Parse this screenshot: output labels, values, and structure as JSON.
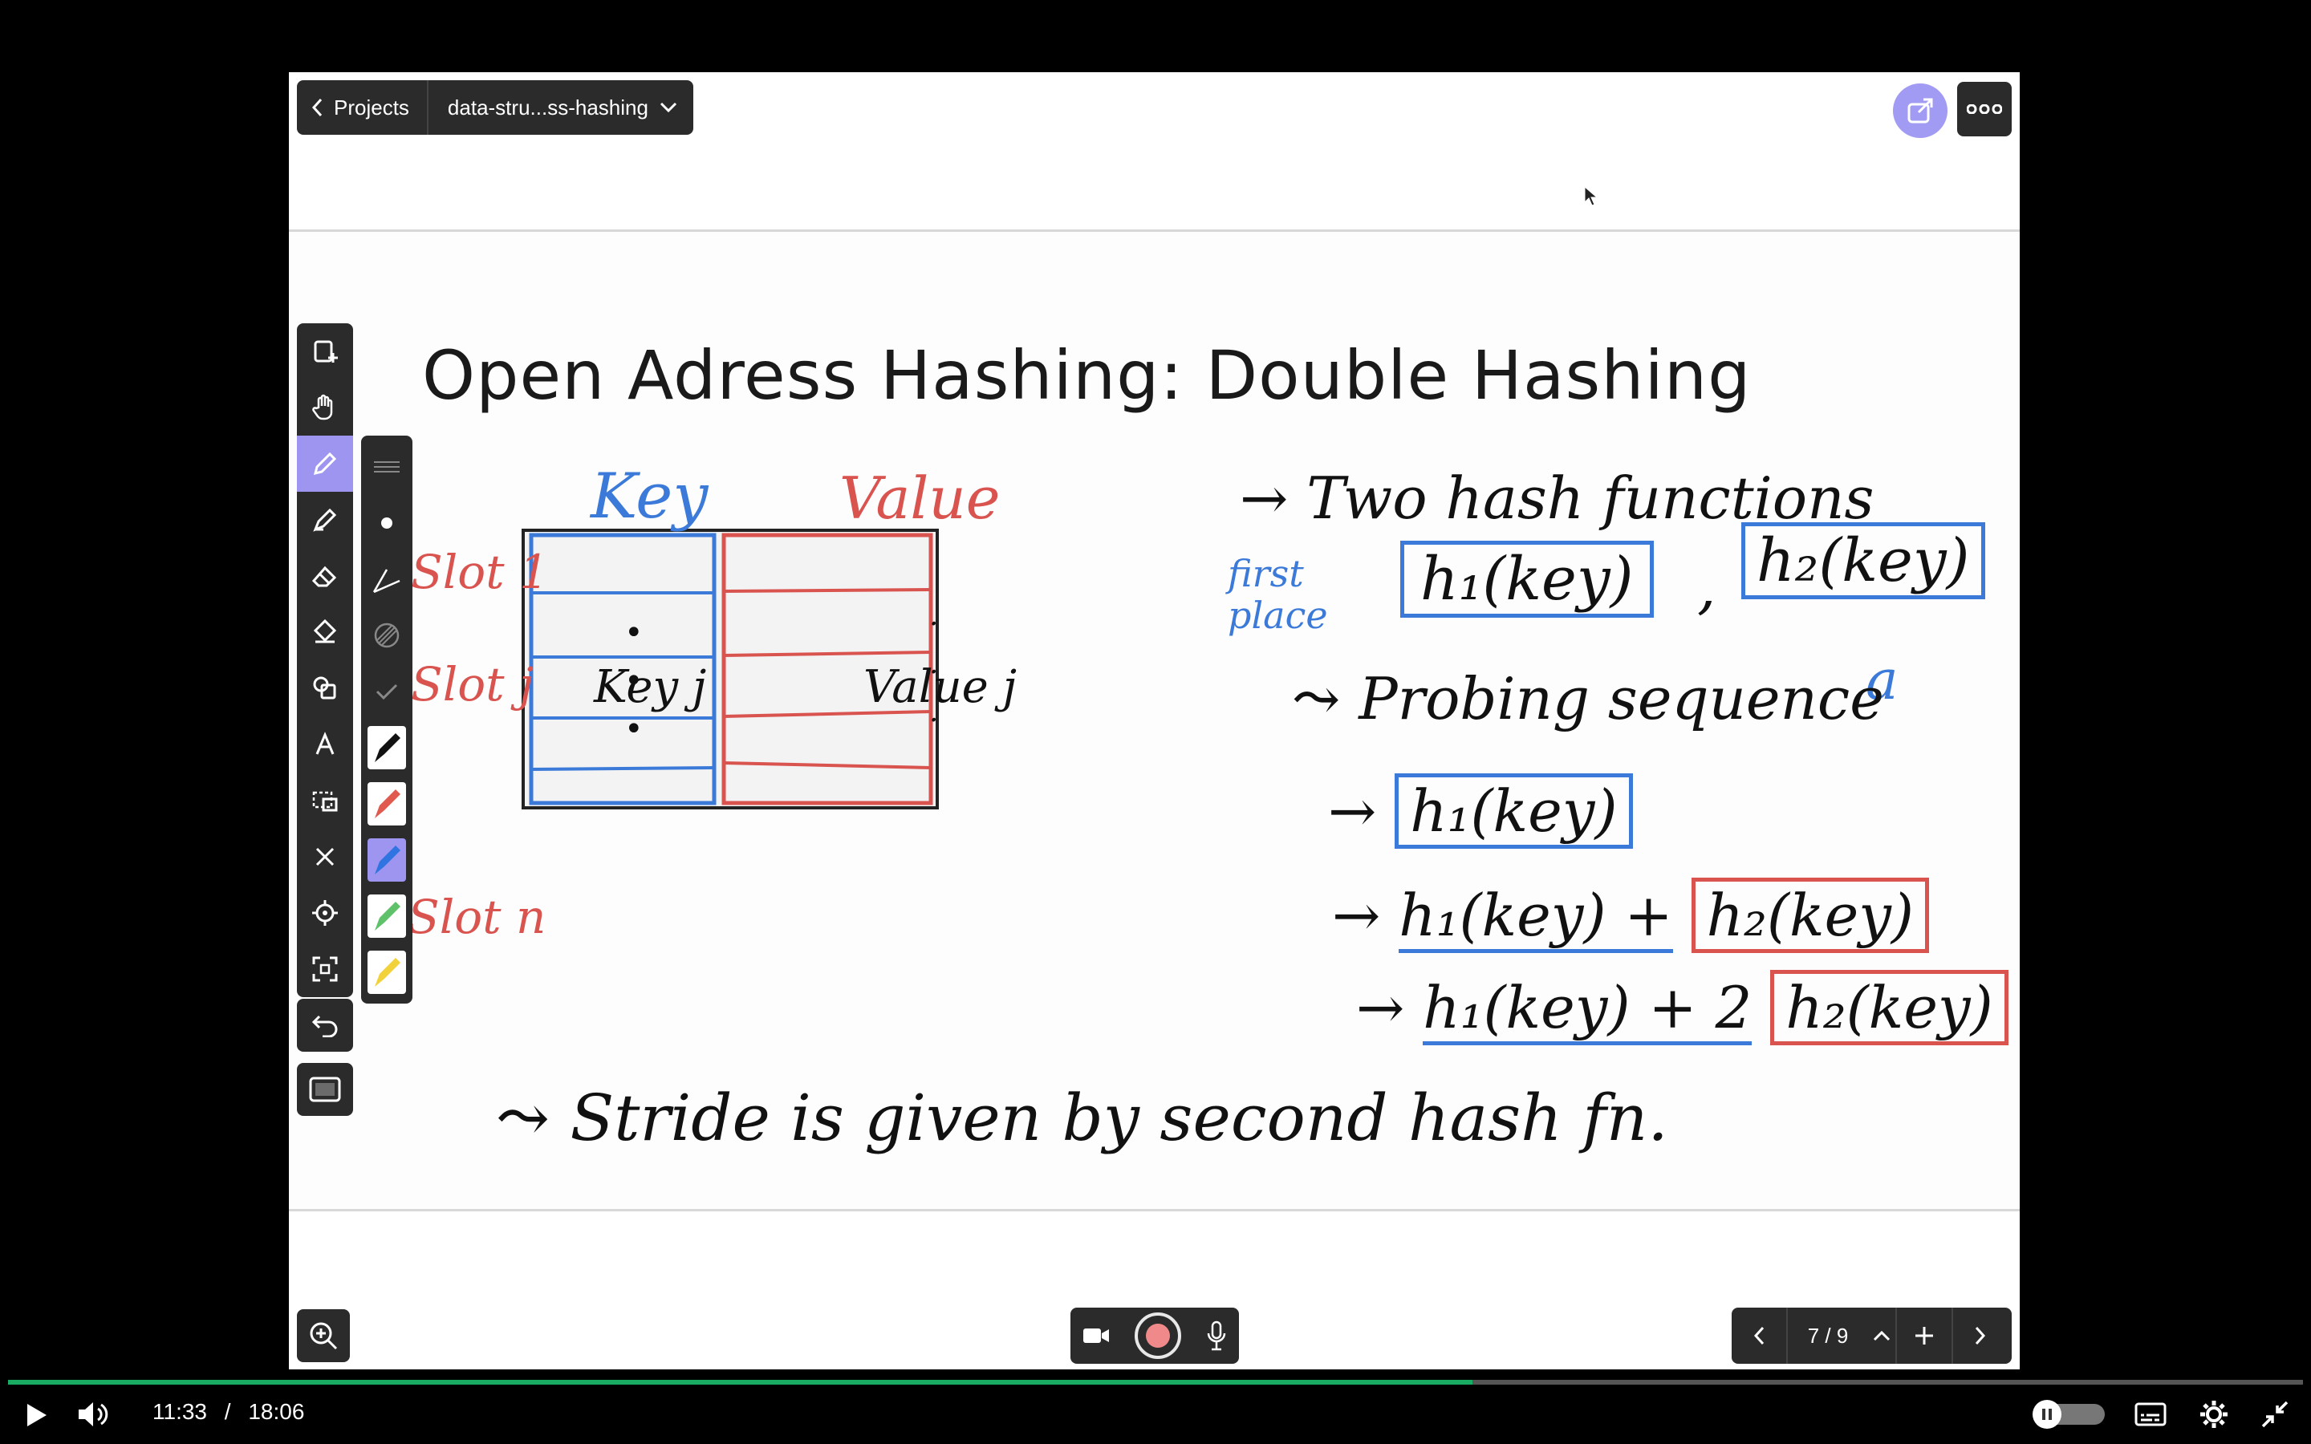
{
  "header": {
    "back_label": "Projects",
    "project_name": "data-stru...ss-hashing"
  },
  "slide": {
    "title": "Open Adress Hashing: Double Hashing",
    "table": {
      "key_header": "Key",
      "value_header": "Value",
      "slot_labels": [
        "Slot 1",
        "Slot j",
        "Slot n"
      ],
      "key_j": "Key j",
      "value_j": "Value j"
    },
    "notes": {
      "two_hash": "Two hash functions",
      "first_place": "first place",
      "h1": "h₁(key)",
      "h2": "h₂(key)",
      "a_mark": "a",
      "probing": "Probing sequence",
      "probe1": "h₁(key)",
      "probe2": "h₁(key) +",
      "probe2_box": "h₂(key)",
      "probe3": "h₁(key) + 2",
      "probe3_box": "h₂(key)",
      "stride": "Stride is given by second hash fn."
    }
  },
  "pager": {
    "page": "7 / 9"
  },
  "player": {
    "current_time": "11:33",
    "separator": "/",
    "duration": "18:06",
    "progress": 0.638
  },
  "colors": {
    "accent_purple": "#9d95f0",
    "ink_blue": "#3b7ad9",
    "ink_red": "#d9534f",
    "toolbar_bg": "#2b2b2b",
    "progress_green": "#1aab62"
  }
}
